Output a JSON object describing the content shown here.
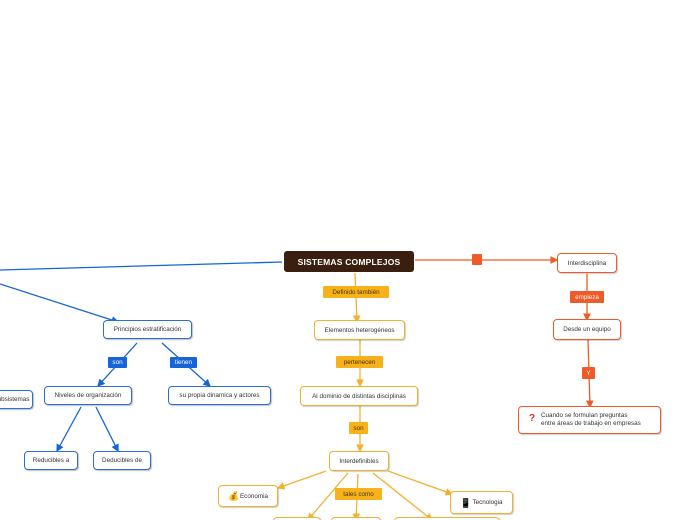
{
  "root": "SISTEMAS COMPLEJOS",
  "nodes": {
    "principios": "Principios estratificación",
    "niveles": "Niveles de organización",
    "dinamica": "su propia dinamica y actores",
    "reducibles": "Reducibles a",
    "deducibles": "Deducibles de",
    "subsistemas": "ubsistemas",
    "elementos": "Elementos heterogéneos",
    "dominio": "Al dominio de distintas disciplinas",
    "interdefinibles": "Interdefinibles",
    "economia": "Economia",
    "tecnologia": "Tecnologia",
    "interdisciplina": "Interdisciplina",
    "equipo": "Desde un equipo",
    "preguntas_1": "Cuando se formulan preguntas",
    "preguntas_2": "entre áreas de trabajo en empresas"
  },
  "link_labels": {
    "son_blue": "son",
    "tienen": "tienen",
    "definido": "Definido también",
    "pertenecen": "pertenecen",
    "son_yellow": "son",
    "tales_como": "tales como",
    "empieza": "empieza",
    "y": "Y"
  },
  "icons": {
    "economia": "money-bag-icon",
    "tecnologia": "phone-icon",
    "preguntas": "question-icon"
  },
  "colors": {
    "root": "#3a1e0f",
    "blue": "#1565d8",
    "yellow": "#f7b21b",
    "orange": "#ef5a28"
  }
}
